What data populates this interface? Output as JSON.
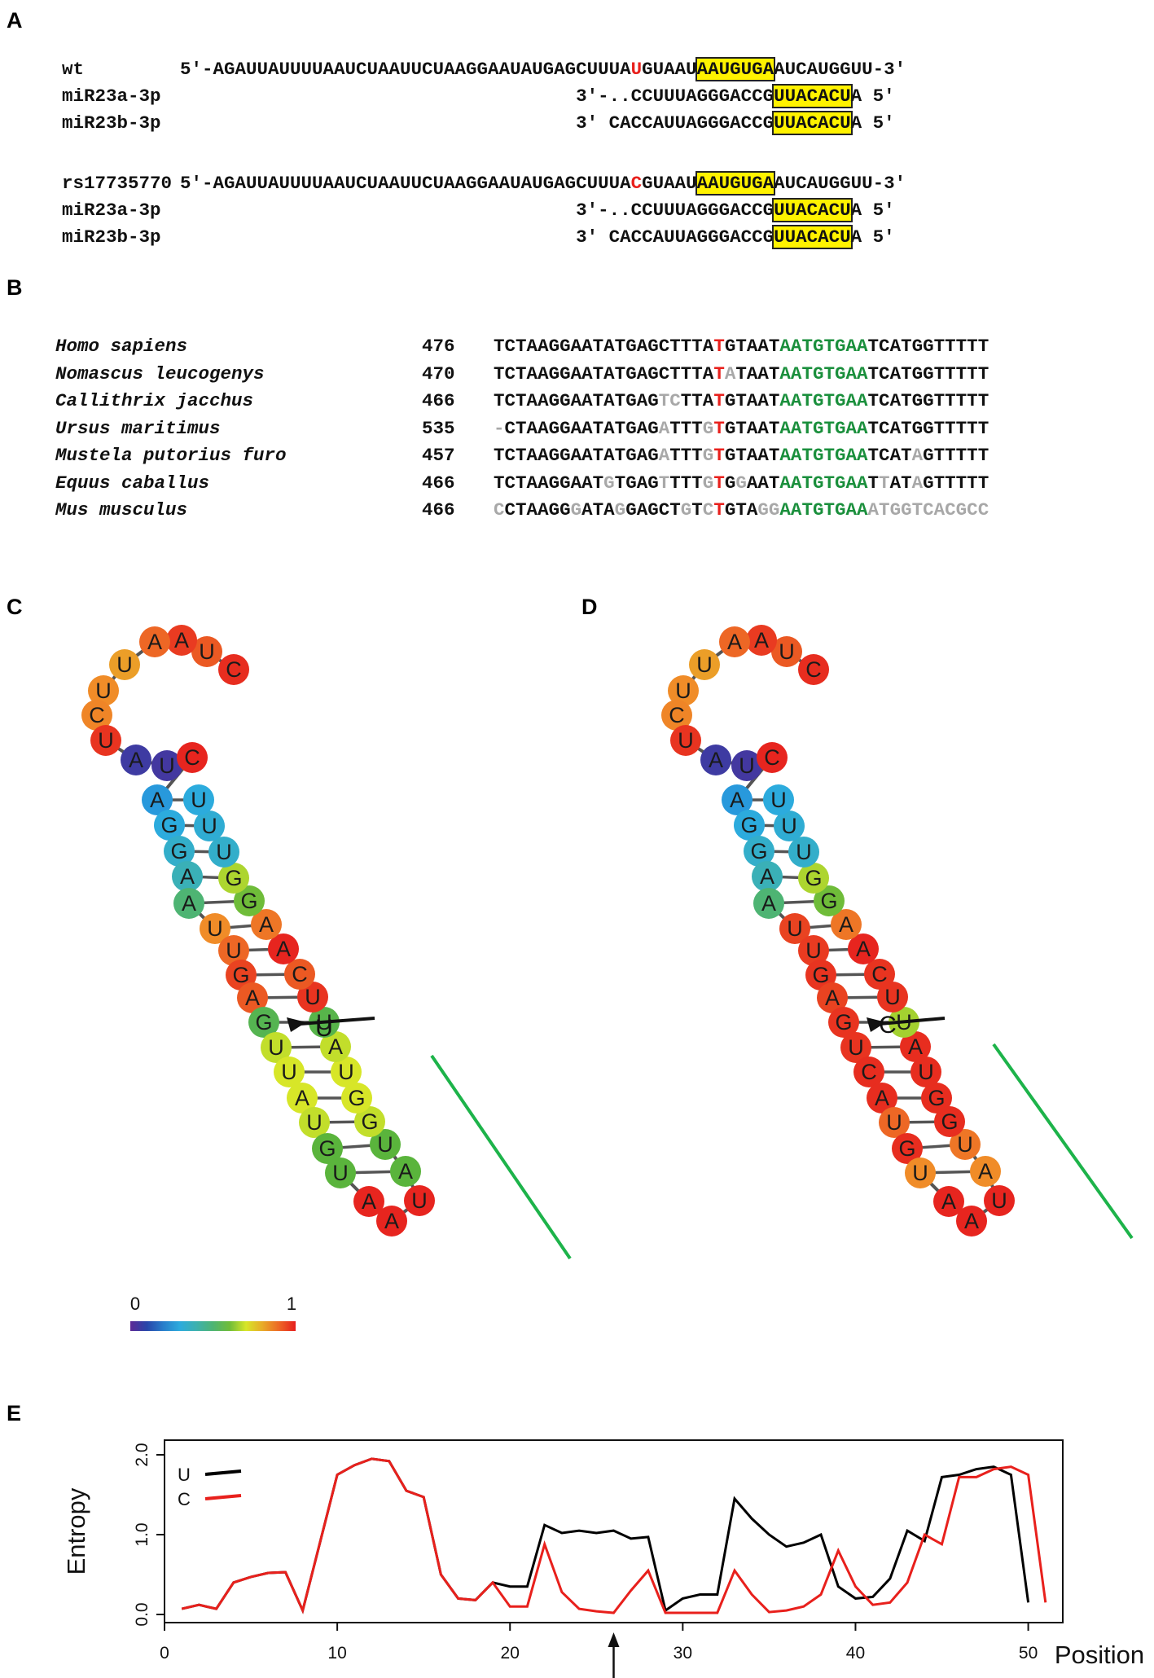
{
  "panels": [
    "A",
    "B",
    "C",
    "D",
    "E"
  ],
  "panelA": {
    "groups": [
      {
        "rows": [
          {
            "label": "wt",
            "pre": "5′-AGAUUAUUUUAAUCUAAUUCUAAGGAAUAUGAGCUUUA",
            "snp": "U",
            "mid": "GUAAU",
            "site": "AAUGUGA",
            "post": "AUCAUGGUU-3′"
          },
          {
            "label": "miR23a-3p",
            "pad": "                                    ",
            "pre": "3′-..CCUUUAGGGACCG",
            "site": "UUACACU",
            "post": "A 5′"
          },
          {
            "label": "miR23b-3p",
            "pad": "                                    ",
            "pre": "3′ CACCAUUAGGGACCG",
            "site": "UUACACU",
            "post": "A 5′"
          }
        ]
      },
      {
        "rows": [
          {
            "label": "rs17735770",
            "pre": "5′-AGAUUAUUUUAAUCUAAUUCUAAGGAAUAUGAGCUUUA",
            "snp": "C",
            "mid": "GUAAU",
            "site": "AAUGUGA",
            "post": "AUCAUGGUU-3′"
          },
          {
            "label": "miR23a-3p",
            "pad": "                                    ",
            "pre": "3′-..CCUUUAGGGACCG",
            "site": "UUACACU",
            "post": "A 5′"
          },
          {
            "label": "miR23b-3p",
            "pad": "                                    ",
            "pre": "3′ CACCAUUAGGGACCG",
            "site": "UUACACU",
            "post": "A 5′"
          }
        ]
      }
    ],
    "colors": {
      "snp": "#e8201c",
      "highlight": "#fff200"
    }
  },
  "panelB": {
    "rows": [
      {
        "species": "Homo sapiens",
        "pos": "476",
        "seq": "TCTAAGGAATATGAGCTTTATGTAATAATGTGAATCATGGTTTTT"
      },
      {
        "species": "Nomascus leucogenys",
        "pos": "470",
        "seq": "TCTAAGGAATATGAGCTTTATATAATAATGTGAATCATGGTTTTT"
      },
      {
        "species": "Callithrix jacchus",
        "pos": "466",
        "seq": "TCTAAGGAATATGAGTCTTATGTAATAATGTGAATCATGGTTTTT"
      },
      {
        "species": "Ursus maritimus",
        "pos": "535",
        "seq": "-CTAAGGAATATGAGATTTGTGTAATAATGTGAATCATGGTTTTT"
      },
      {
        "species": "Mustela putorius furo",
        "pos": "457",
        "seq": "TCTAAGGAATATGAGATTTGTGTAATAATGTGAATCATAGTTTTT"
      },
      {
        "species": "Equus caballus",
        "pos": "466",
        "seq": "TCTAAGGAATGTGAGTTTTGTGGAATAATGTGAATTATAGTTTTT"
      },
      {
        "species": "Mus musculus",
        "pos": "466",
        "seq": "CCTAAGGGATAGGAGCTGTCTGTAGGAATGTGAAATGGTCACGCC"
      }
    ],
    "colors": {
      "mismatch": "#a8a8a8",
      "snp": "#e8201c",
      "site": "#1a8f3c",
      "base": "#111111"
    }
  },
  "panelC": {
    "snp_label": "U",
    "colorbar": {
      "min": "0",
      "max": "1"
    },
    "nodes": [
      {
        "b": "C",
        "v": 0.98
      },
      {
        "b": "U",
        "v": 0.92
      },
      {
        "b": "A",
        "v": 0.96
      },
      {
        "b": "A",
        "v": 0.9
      },
      {
        "b": "U",
        "v": 0.82
      },
      {
        "b": "U",
        "v": 0.85
      },
      {
        "b": "C",
        "v": 0.86
      },
      {
        "b": "U",
        "v": 0.97
      },
      {
        "b": "A",
        "v": 0.06
      },
      {
        "b": "U",
        "v": 0.05
      },
      {
        "b": "C",
        "v": 0.99
      },
      {
        "b": "A",
        "v": 0.25
      },
      {
        "b": "G",
        "v": 0.3
      },
      {
        "b": "G",
        "v": 0.34
      },
      {
        "b": "A",
        "v": 0.38
      },
      {
        "b": "A",
        "v": 0.5
      },
      {
        "b": "U",
        "v": 0.85
      },
      {
        "b": "U",
        "v": 0.9
      },
      {
        "b": "G",
        "v": 0.95
      },
      {
        "b": "A",
        "v": 0.92
      },
      {
        "b": "G",
        "v": 0.55
      },
      {
        "b": "U",
        "v": 0.68
      },
      {
        "b": "U",
        "v": 0.7
      },
      {
        "b": "A",
        "v": 0.7
      },
      {
        "b": "U",
        "v": 0.68
      },
      {
        "b": "G",
        "v": 0.58
      },
      {
        "b": "U",
        "v": 0.58
      },
      {
        "b": "A",
        "v": 0.99
      },
      {
        "b": "A",
        "v": 0.99
      },
      {
        "b": "U",
        "v": 0.99
      },
      {
        "b": "A",
        "v": 0.58
      },
      {
        "b": "U",
        "v": 0.58
      },
      {
        "b": "G",
        "v": 0.68
      },
      {
        "b": "G",
        "v": 0.7
      },
      {
        "b": "U",
        "v": 0.7
      },
      {
        "b": "A",
        "v": 0.68
      },
      {
        "b": "U",
        "v": 0.56
      },
      {
        "b": "U",
        "v": 0.97
      },
      {
        "b": "C",
        "v": 0.92
      },
      {
        "b": "A",
        "v": 0.99
      },
      {
        "b": "A",
        "v": 0.88
      },
      {
        "b": "G",
        "v": 0.6
      },
      {
        "b": "G",
        "v": 0.66
      },
      {
        "b": "U",
        "v": 0.34
      },
      {
        "b": "U",
        "v": 0.32
      },
      {
        "b": "U",
        "v": 0.3
      }
    ]
  },
  "panelD": {
    "snp_label": "C",
    "nodes": [
      {
        "b": "C",
        "v": 0.98
      },
      {
        "b": "U",
        "v": 0.92
      },
      {
        "b": "A",
        "v": 0.96
      },
      {
        "b": "A",
        "v": 0.9
      },
      {
        "b": "U",
        "v": 0.82
      },
      {
        "b": "U",
        "v": 0.85
      },
      {
        "b": "C",
        "v": 0.86
      },
      {
        "b": "U",
        "v": 0.97
      },
      {
        "b": "A",
        "v": 0.06
      },
      {
        "b": "U",
        "v": 0.05
      },
      {
        "b": "C",
        "v": 0.99
      },
      {
        "b": "A",
        "v": 0.25
      },
      {
        "b": "G",
        "v": 0.3
      },
      {
        "b": "G",
        "v": 0.34
      },
      {
        "b": "A",
        "v": 0.38
      },
      {
        "b": "A",
        "v": 0.5
      },
      {
        "b": "U",
        "v": 0.95
      },
      {
        "b": "U",
        "v": 0.96
      },
      {
        "b": "G",
        "v": 0.97
      },
      {
        "b": "A",
        "v": 0.95
      },
      {
        "b": "G",
        "v": 0.97
      },
      {
        "b": "U",
        "v": 0.97
      },
      {
        "b": "C",
        "v": 0.98
      },
      {
        "b": "A",
        "v": 0.98
      },
      {
        "b": "U",
        "v": 0.9
      },
      {
        "b": "G",
        "v": 0.98
      },
      {
        "b": "U",
        "v": 0.85
      },
      {
        "b": "A",
        "v": 0.99
      },
      {
        "b": "A",
        "v": 0.99
      },
      {
        "b": "U",
        "v": 0.99
      },
      {
        "b": "A",
        "v": 0.85
      },
      {
        "b": "U",
        "v": 0.88
      },
      {
        "b": "G",
        "v": 0.98
      },
      {
        "b": "G",
        "v": 0.98
      },
      {
        "b": "U",
        "v": 0.98
      },
      {
        "b": "A",
        "v": 0.98
      },
      {
        "b": "U",
        "v": 0.65
      },
      {
        "b": "U",
        "v": 0.97
      },
      {
        "b": "C",
        "v": 0.97
      },
      {
        "b": "A",
        "v": 0.99
      },
      {
        "b": "A",
        "v": 0.88
      },
      {
        "b": "G",
        "v": 0.6
      },
      {
        "b": "G",
        "v": 0.66
      },
      {
        "b": "U",
        "v": 0.34
      },
      {
        "b": "U",
        "v": 0.32
      },
      {
        "b": "U",
        "v": 0.3
      }
    ]
  },
  "chart_data": {
    "type": "line",
    "xlabel": "Position",
    "ylabel": "Entropy",
    "xlim": [
      0,
      52
    ],
    "ylim": [
      0,
      2.0
    ],
    "xticks": [
      "0",
      "10",
      "20",
      "30",
      "40",
      "50"
    ],
    "yticks": [
      "0.0",
      "1.0",
      "2.0"
    ],
    "legend_position": "top-left",
    "arrow_position": 26,
    "x": [
      1,
      2,
      3,
      4,
      5,
      6,
      7,
      8,
      9,
      10,
      11,
      12,
      13,
      14,
      15,
      16,
      17,
      18,
      19,
      20,
      21,
      22,
      23,
      24,
      25,
      26,
      27,
      28,
      29,
      30,
      31,
      32,
      33,
      34,
      35,
      36,
      37,
      38,
      39,
      40,
      41,
      42,
      43,
      44,
      45,
      46,
      47,
      48,
      49,
      50,
      51
    ],
    "series": [
      {
        "name": "U",
        "color": "#000000",
        "values": [
          0.07,
          0.12,
          0.07,
          0.4,
          0.47,
          0.52,
          0.53,
          0.05,
          0.9,
          1.75,
          1.87,
          1.95,
          1.92,
          1.55,
          1.47,
          0.5,
          0.2,
          0.18,
          0.4,
          0.35,
          0.35,
          1.12,
          1.02,
          1.05,
          1.02,
          1.05,
          0.95,
          0.97,
          0.05,
          0.2,
          0.25,
          0.25,
          1.45,
          1.2,
          1.0,
          0.85,
          0.9,
          1.0,
          0.35,
          0.2,
          0.22,
          0.45,
          1.05,
          0.92,
          1.72,
          1.75,
          1.82,
          1.85,
          1.75,
          0.15
        ]
      },
      {
        "name": "C",
        "color": "#e8201c",
        "values": [
          0.07,
          0.12,
          0.07,
          0.4,
          0.47,
          0.52,
          0.53,
          0.05,
          0.9,
          1.75,
          1.87,
          1.95,
          1.92,
          1.55,
          1.47,
          0.5,
          0.2,
          0.18,
          0.4,
          0.1,
          0.1,
          0.88,
          0.28,
          0.07,
          0.04,
          0.02,
          0.3,
          0.55,
          0.02,
          0.02,
          0.02,
          0.02,
          0.55,
          0.25,
          0.03,
          0.05,
          0.1,
          0.25,
          0.8,
          0.35,
          0.12,
          0.15,
          0.4,
          1.0,
          0.88,
          1.72,
          1.72,
          1.82,
          1.85,
          1.75,
          0.15
        ]
      }
    ]
  }
}
